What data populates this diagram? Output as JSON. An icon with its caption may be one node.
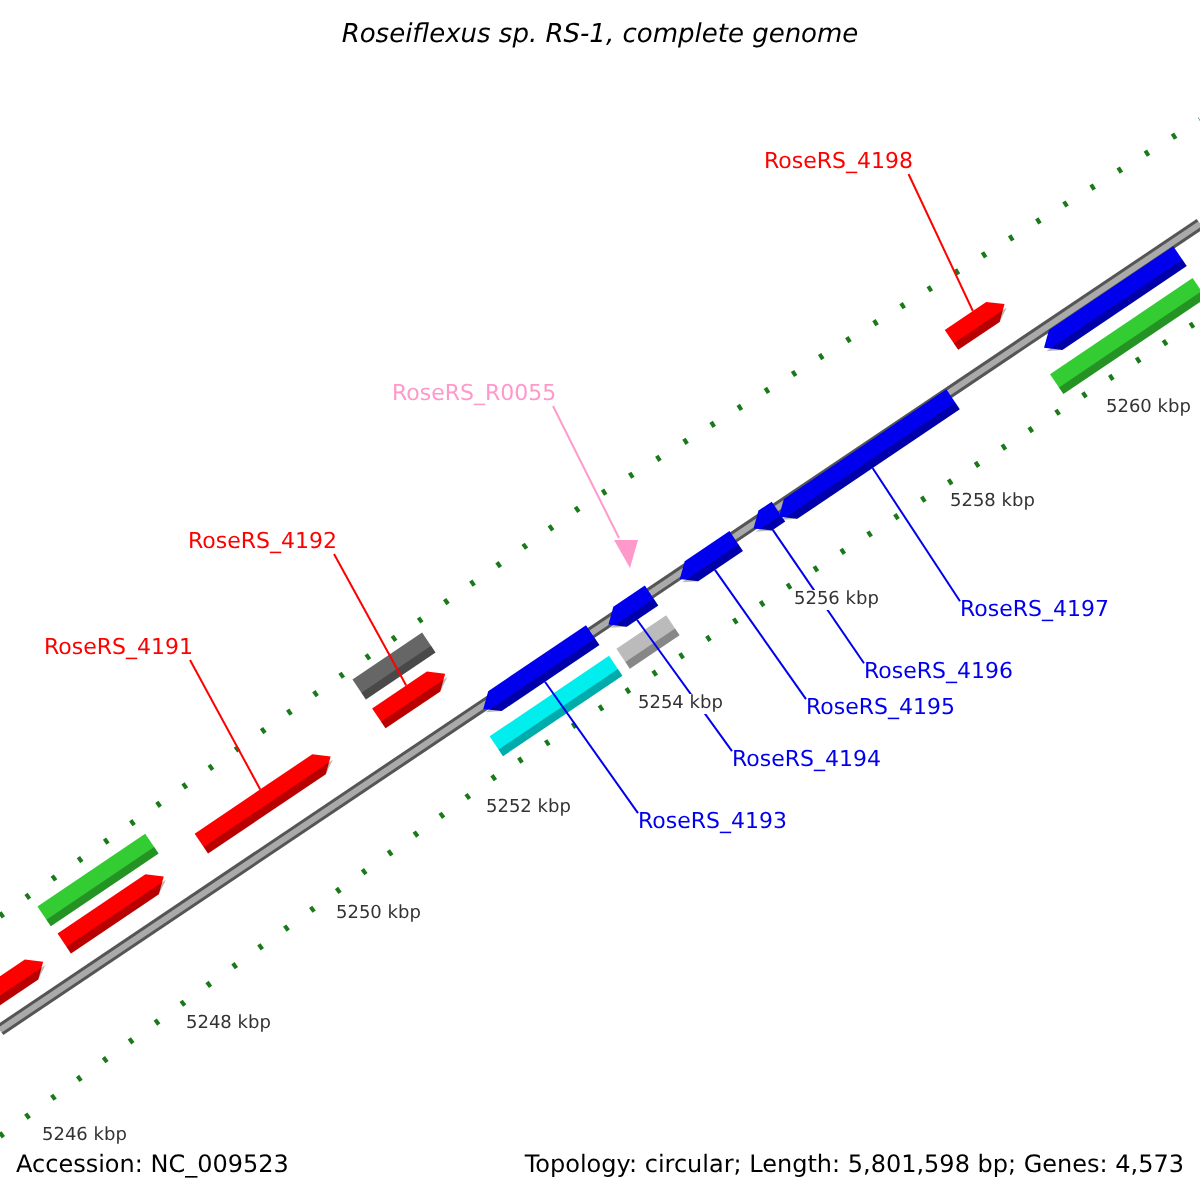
{
  "diagram": {
    "title": "Roseiflexus sp. RS-1, complete genome",
    "nodes": [
      {
        "text": [
          "RoseRS_4198"
        ]
      },
      {
        "text": [
          "RoseRS_R0055"
        ]
      },
      {
        "text": [
          "RoseRS_4192"
        ]
      },
      {
        "text": [
          "RoseRS_4191"
        ]
      },
      {
        "text": [
          "RoseRS_4197"
        ]
      },
      {
        "text": [
          "RoseRS_4196"
        ]
      },
      {
        "text": [
          "RoseRS_4195"
        ]
      },
      {
        "text": [
          "RoseRS_4194"
        ]
      },
      {
        "text": [
          "RoseRS_4193"
        ]
      },
      {
        "text": [],
        "shape": "arrow"
      },
      {
        "text": [],
        "shape": "bar"
      },
      {
        "text": [],
        "shape": "arrow"
      },
      {
        "text": [],
        "shape": "arrow"
      },
      {
        "text": [],
        "shape": "bar"
      },
      {
        "text": [],
        "shape": "arrow"
      },
      {
        "text": [],
        "shape": "arrow"
      },
      {
        "text": [],
        "shape": "bar"
      },
      {
        "text": [],
        "shape": "triangle"
      },
      {
        "text": [],
        "shape": "arrow"
      },
      {
        "text": [],
        "shape": "bar"
      },
      {
        "text": [],
        "shape": "arrow"
      },
      {
        "text": [],
        "shape": "arrow"
      },
      {
        "text": [],
        "shape": "arrow"
      },
      {
        "text": [],
        "shape": "arrow"
      },
      {
        "text": [],
        "shape": "arrow"
      },
      {
        "text": [],
        "shape": "bar"
      }
    ],
    "edges": [
      {
        "from": 0,
        "to": 23,
        "arrow": "none",
        "color": "#ff0000"
      },
      {
        "from": 1,
        "to": 17,
        "arrow": "none",
        "color": "#ff99cc"
      },
      {
        "from": 2,
        "to": 14,
        "arrow": "none",
        "color": "#ff0000"
      },
      {
        "from": 3,
        "to": 12,
        "arrow": "none",
        "color": "#ff0000"
      },
      {
        "from": 4,
        "to": 22,
        "arrow": "none"
      },
      {
        "from": 5,
        "to": 21,
        "arrow": "none"
      },
      {
        "from": 6,
        "to": 20,
        "arrow": "none"
      },
      {
        "from": 7,
        "to": 18,
        "arrow": "none"
      },
      {
        "from": 8,
        "to": 15,
        "arrow": "none"
      }
    ],
    "labels": [
      "5260 kbp",
      "5258 kbp",
      "5256 kbp",
      "5254 kbp",
      "5252 kbp",
      "5250 kbp",
      "5248 kbp",
      "5246 kbp",
      "Accession: NC_009523",
      "Topology: circular; Length: 5,801,598 bp; Genes: 4,573"
    ]
  }
}
